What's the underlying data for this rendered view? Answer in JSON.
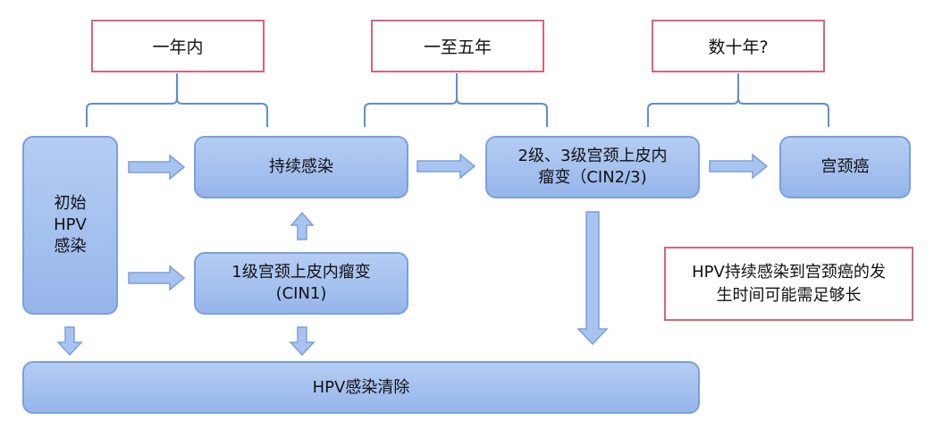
{
  "time_labels": {
    "within_one_year": "一年内",
    "one_to_five_years": "一至五年",
    "decades": "数十年?"
  },
  "nodes": {
    "initial_infection": [
      "初始",
      "HPV",
      "感染"
    ],
    "persistent_infection": "持续感染",
    "cin1": [
      "1级宫颈上皮内瘤变",
      "(CIN1)"
    ],
    "cin23": [
      "2级、3级宫颈上皮内",
      "瘤变（CIN2/3)"
    ],
    "cervical_cancer": "宫颈癌",
    "clearance": "HPV感染清除"
  },
  "note": [
    "HPV持续感染到宫颈癌的发",
    "生时间可能需足够长"
  ],
  "colors": {
    "node_fill": "#a9c3f0",
    "node_border": "#7aa0dc",
    "time_box_border": "#d9647a",
    "brace": "#5b8fd6"
  }
}
